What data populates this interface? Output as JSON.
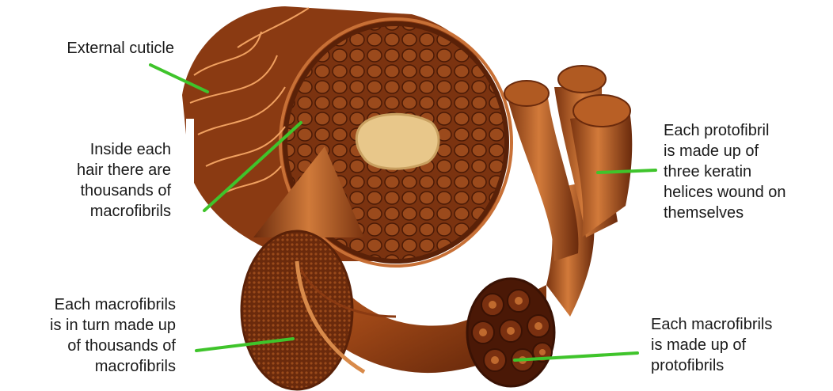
{
  "colors": {
    "leader_line": "#3fc42b",
    "hair_dark": "#5a2108",
    "hair_mid": "#9a4516",
    "hair_light": "#d27a3a",
    "medulla": "#e8c78a"
  },
  "labels": {
    "external_cuticle": [
      "External cuticle"
    ],
    "inside_each_hair": [
      "Inside each",
      "hair there are",
      "thousands of",
      "macrofibrils"
    ],
    "each_macrofibrils_turn": [
      "Each macrofibrils",
      "is in turn made up",
      "of thousands of",
      "macrofibrils"
    ],
    "each_protofibril": [
      "Each protofibril",
      "is made up of",
      "three keratin",
      "helices wound on",
      "themselves"
    ],
    "each_macrofibrils_proto": [
      "Each macrofibrils",
      "is made up of",
      "protofibrils"
    ]
  }
}
